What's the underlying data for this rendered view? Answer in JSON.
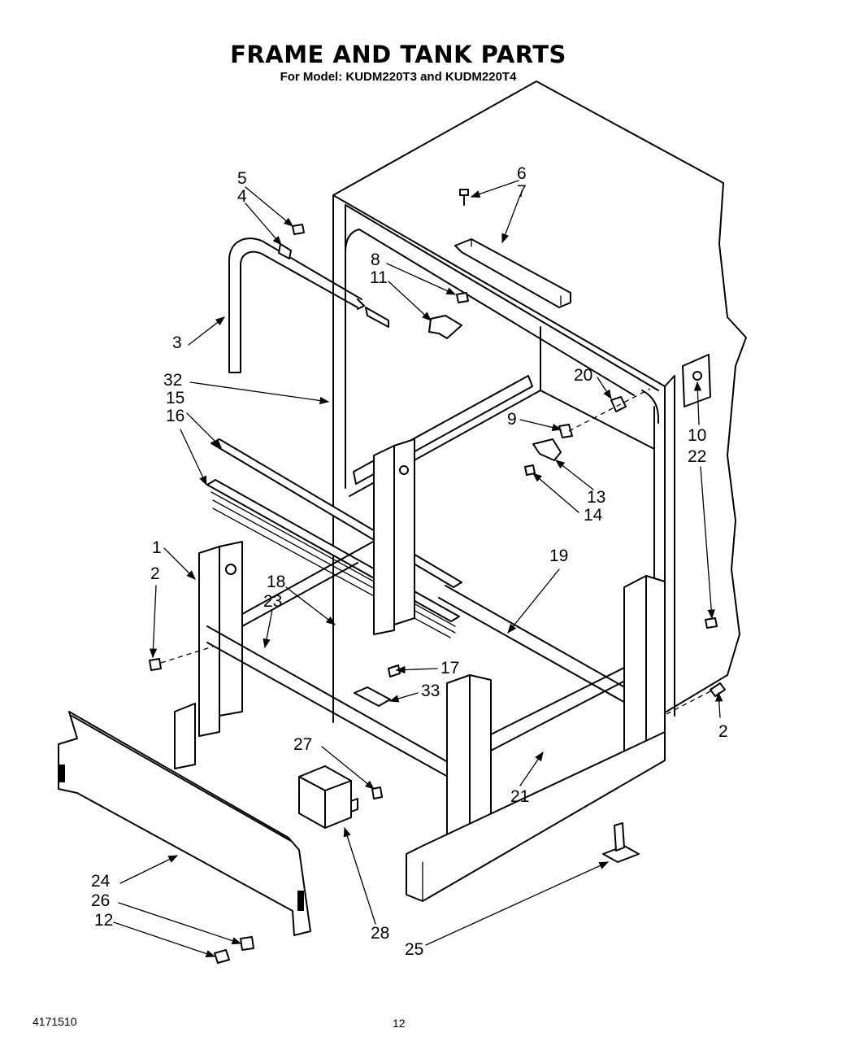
{
  "title": "FRAME AND TANK PARTS",
  "subtitle": "For Model: KUDM220T3 and KUDM220T4",
  "doc_number": "4171510",
  "page_number": "12",
  "callouts": {
    "c1": "1",
    "c2a": "2",
    "c2b": "2",
    "c3": "3",
    "c4": "4",
    "c5": "5",
    "c6": "6",
    "c7": "7",
    "c8": "8",
    "c9": "9",
    "c10": "10",
    "c11": "11",
    "c12": "12",
    "c13": "13",
    "c14": "14",
    "c15": "15",
    "c16": "16",
    "c17": "17",
    "c18": "18",
    "c19": "19",
    "c20": "20",
    "c21": "21",
    "c22": "22",
    "c23": "23",
    "c24": "24",
    "c25": "25",
    "c26": "26",
    "c27": "27",
    "c28": "28",
    "c32": "32",
    "c33": "33"
  }
}
